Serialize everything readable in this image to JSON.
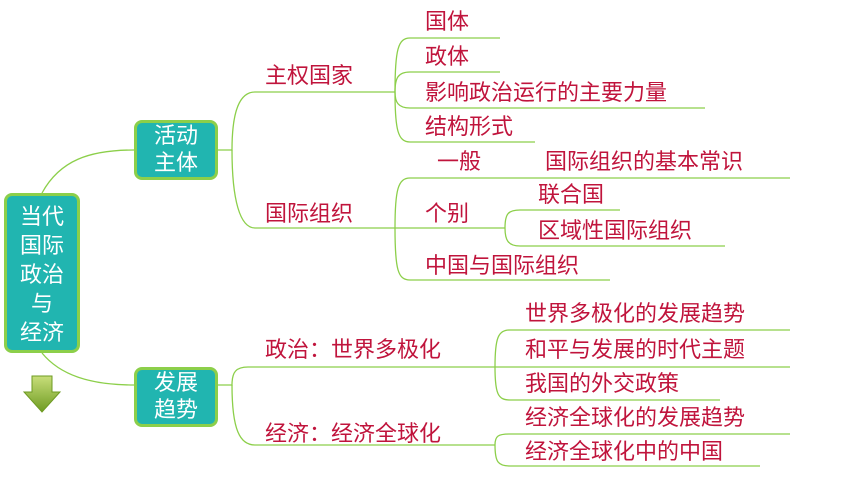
{
  "colors": {
    "node_fill": "#21b5b0",
    "node_border": "#8ccf4a",
    "text": "#c0143c",
    "line": "#8ccf4a"
  },
  "root": {
    "label": "当代国际政治与经济",
    "lines": [
      "当代",
      "国际",
      "政治",
      "与",
      "经济"
    ]
  },
  "branch1": {
    "label": [
      "活动",
      "主体"
    ],
    "sovereign": {
      "label": "主权国家",
      "items": [
        "国体",
        "政体",
        "影响政治运行的主要力量",
        "结构形式"
      ]
    },
    "intl_org": {
      "label": "国际组织",
      "general": {
        "label": "一般",
        "item": "国际组织的基本常识"
      },
      "individual": {
        "label": "个别",
        "items": [
          "联合国",
          "区域性国际组织"
        ]
      },
      "china": "中国与国际组织"
    }
  },
  "branch2": {
    "label": [
      "发展",
      "趋势"
    ],
    "politics": {
      "label": "政治：世界多极化",
      "items": [
        "世界多极化的发展趋势",
        "和平与发展的时代主题",
        "我国的外交政策"
      ]
    },
    "economy": {
      "label": "经济：经济全球化",
      "items": [
        "经济全球化的发展趋势",
        "经济全球化中的中国"
      ]
    }
  },
  "icons": {
    "down_arrow": "arrow-down-icon"
  }
}
